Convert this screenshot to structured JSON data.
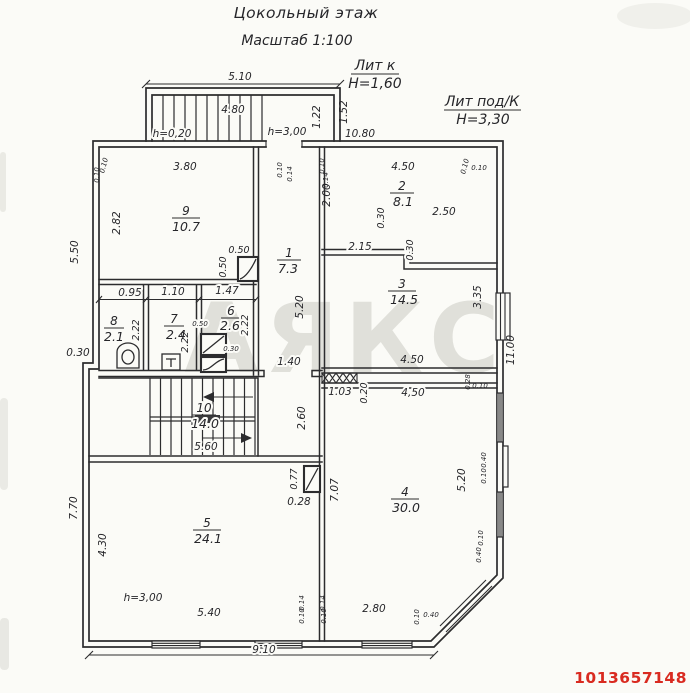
{
  "title": "Цокольный этаж",
  "scale_note": "Масштаб 1:100",
  "legend": {
    "lit_k": "Лит к",
    "lit_k_h": "Н=1,60",
    "lit_podk": "Лит под/К",
    "lit_podk_h": "Н=3,30"
  },
  "watermark": "АЯКС",
  "photo_id": "1013657148",
  "rooms": {
    "r1": {
      "num": "1",
      "area": "7.3"
    },
    "r2": {
      "num": "2",
      "area": "8.1"
    },
    "r3": {
      "num": "3",
      "area": "14.5"
    },
    "r4": {
      "num": "4",
      "area": "30.0"
    },
    "r5": {
      "num": "5",
      "area": "24.1"
    },
    "r6": {
      "num": "6",
      "area": "2.6"
    },
    "r7": {
      "num": "7",
      "area": "2.4"
    },
    "r8": {
      "num": "8",
      "area": "2.1"
    },
    "r9": {
      "num": "9",
      "area": "10.7"
    },
    "r10": {
      "num": "10",
      "area": "14.0"
    }
  },
  "heights": {
    "entry_stair": "h=0,20",
    "entry": "h=3,00",
    "room5": "h=3,00"
  },
  "dims": {
    "d510": "5.10",
    "d480": "4.80",
    "d122": "1.22",
    "d152": "1.52",
    "d1080": "10.80",
    "d380": "3.80",
    "d282": "2.82",
    "d050": "0.50",
    "d550": "5.50",
    "d030": "0.30",
    "d770": "7.70",
    "d095": "0.95",
    "d110": "1.10",
    "d147": "1.47",
    "d222": "2.22",
    "d200": "2.00",
    "d450": "4.50",
    "d450c": "4,50",
    "d250": "2.50",
    "d215": "2.15",
    "d335": "3.35",
    "d1100": "11.00",
    "d140": "1.40",
    "d103": "1.03",
    "d020": "0.20",
    "d260": "2.60",
    "d520": "5.20",
    "d560": "5.60",
    "d077": "0.77",
    "d028": "0.28",
    "d707": "7.07",
    "d430": "4.30",
    "d540": "5.40",
    "d910": "9.10",
    "d280": "2.80",
    "d040": "0.40",
    "d010": "0.10",
    "d014": "0.14"
  }
}
